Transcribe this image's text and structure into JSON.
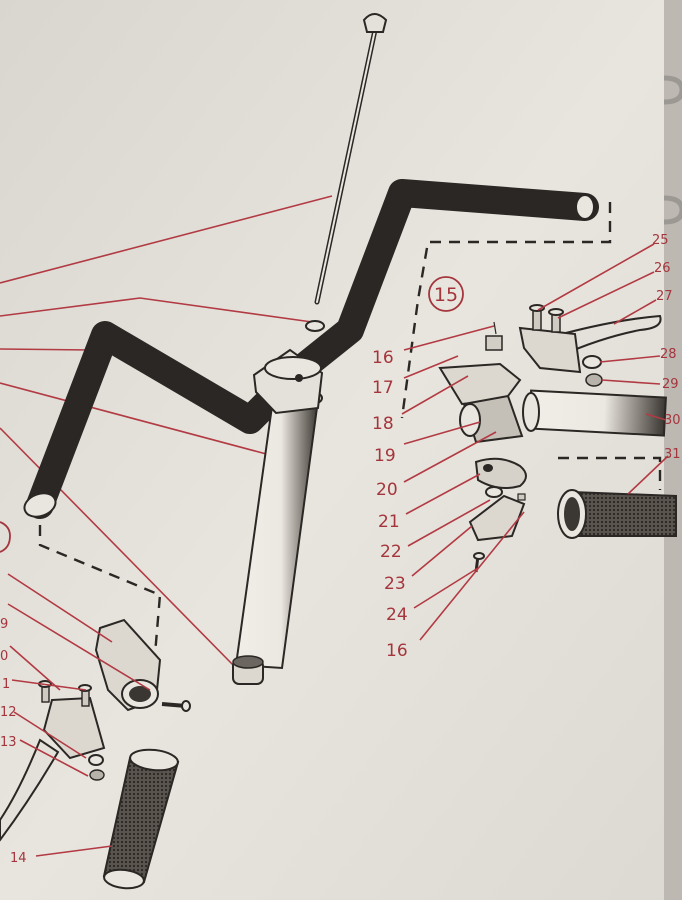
{
  "group_label": "15",
  "callouts": [
    {
      "id": "c16a",
      "text": "16"
    },
    {
      "id": "c17",
      "text": "17"
    },
    {
      "id": "c18",
      "text": "18"
    },
    {
      "id": "c19",
      "text": "19"
    },
    {
      "id": "c20",
      "text": "20"
    },
    {
      "id": "c21",
      "text": "21"
    },
    {
      "id": "c22",
      "text": "22"
    },
    {
      "id": "c23",
      "text": "23"
    },
    {
      "id": "c24",
      "text": "24"
    },
    {
      "id": "c16b",
      "text": "16"
    },
    {
      "id": "c25",
      "text": "25"
    },
    {
      "id": "c26",
      "text": "26"
    },
    {
      "id": "c27",
      "text": "27"
    },
    {
      "id": "c28",
      "text": "28"
    },
    {
      "id": "c29",
      "text": "29"
    },
    {
      "id": "c30",
      "text": "30"
    },
    {
      "id": "c31",
      "text": "31"
    },
    {
      "id": "c9",
      "text": "9"
    },
    {
      "id": "c10",
      "text": "0"
    },
    {
      "id": "c11",
      "text": "1"
    },
    {
      "id": "c12",
      "text": "12"
    },
    {
      "id": "c13",
      "text": "13"
    },
    {
      "id": "c14",
      "text": "14"
    }
  ],
  "colors": {
    "paper": "#e6e3dc",
    "ink": "#2a2724",
    "callout": "#a4353c",
    "binder_ring": "#cfcfcf"
  }
}
